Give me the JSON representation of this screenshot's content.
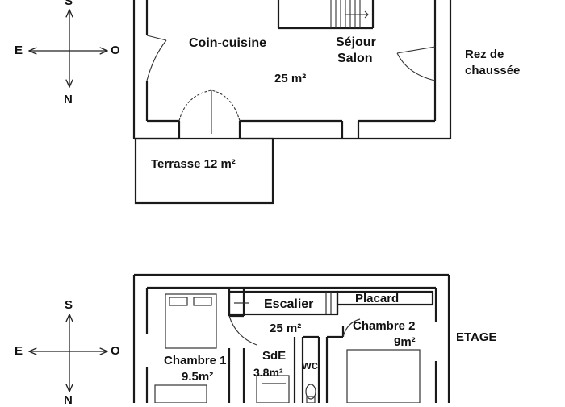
{
  "ground_floor": {
    "floor_label": [
      "Rez de",
      "chaussée"
    ],
    "kitchen_label": "Coin-cuisine",
    "living_label": [
      "Séjour",
      "Salon"
    ],
    "area_label": "25 m²",
    "terrace_label": "Terrasse 12 m²"
  },
  "upper_floor": {
    "floor_label": "ETAGE",
    "stairs_label": "Escalier",
    "closet_label": "Placard",
    "hall_area_label": "25 m²",
    "bedroom2": [
      "Chambre 2",
      "9m²"
    ],
    "bedroom1": [
      "Chambre 1",
      "9.5m²"
    ],
    "bathroom": [
      "SdE",
      "3.8m²"
    ],
    "wc_label": "wc"
  },
  "compass_top": {
    "south": "S",
    "east": "E",
    "west": "O",
    "north": "N"
  },
  "compass_bottom": {
    "south": "S",
    "east": "E",
    "west": "O",
    "north": "N"
  }
}
